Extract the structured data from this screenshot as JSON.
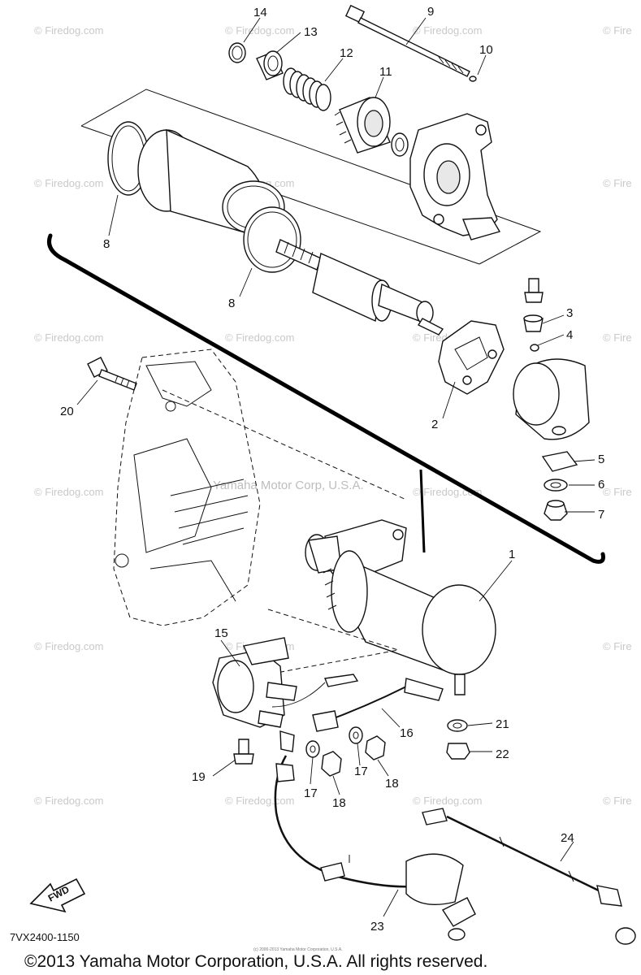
{
  "watermark": {
    "text": "© Firedog.com",
    "partial_text": "© Fire",
    "center_text": "Yamaha Motor Corp, U.S.A."
  },
  "callouts": [
    "1",
    "2",
    "3",
    "4",
    "5",
    "6",
    "7",
    "8",
    "8",
    "9",
    "10",
    "11",
    "12",
    "13",
    "14",
    "15",
    "16",
    "17",
    "17",
    "18",
    "18",
    "19",
    "20",
    "21",
    "22",
    "23",
    "24"
  ],
  "diagram_code": "7VX2400-1150",
  "direction_label": "FWD",
  "small_print": "(c) 2000-2013 Yamaha Motor Corporation, U.S.A.",
  "copyright": "©2013 Yamaha Motor Corporation, U.S.A. All rights reserved."
}
